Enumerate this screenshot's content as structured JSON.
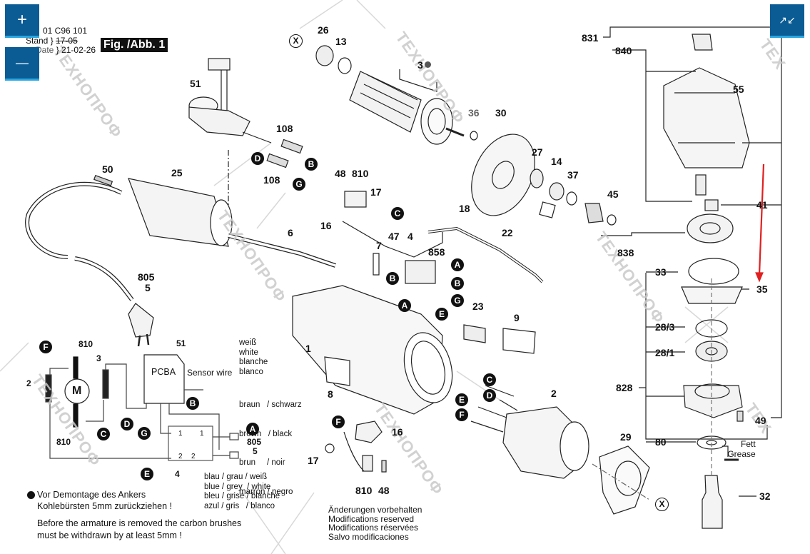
{
  "viewer": {
    "zoom_in_label": "+",
    "zoom_out_label": "—",
    "fit_label": "↗↙"
  },
  "header": {
    "part_number": "01 C96 101",
    "stand_label": "Stand",
    "stand_old": "17-05",
    "date_label": "Date",
    "date_new": "21-02-26",
    "figure_label": "Fig. /Abb. 1"
  },
  "parts": {
    "p26": "26",
    "p13": "13",
    "p3": "3",
    "p51": "51",
    "p108a": "108",
    "p108b": "108",
    "p36": "36",
    "p30": "30",
    "p27": "27",
    "p14": "14",
    "p37": "37",
    "p45": "45",
    "p831": "831",
    "p840": "840",
    "p55": "55",
    "p41": "41",
    "p838": "838",
    "p50": "50",
    "p25": "25",
    "p48a": "48",
    "p810a": "810",
    "p17a": "17",
    "p16a": "16",
    "p18": "18",
    "p22": "22",
    "p6": "6",
    "p47": "47",
    "p4": "4",
    "p7": "7",
    "p858": "858",
    "p805": "805",
    "p5": "5",
    "p23": "23",
    "p9": "9",
    "p1": "1",
    "p8": "8",
    "p33": "33",
    "p35": "35",
    "p28_3": "28/3",
    "p28_1": "28/1",
    "p828": "828",
    "p49": "49",
    "p80": "80",
    "p32": "32",
    "p29": "29",
    "p2": "2",
    "p16b": "16",
    "p17b": "17",
    "p810b": "810",
    "p48b": "48"
  },
  "connectors": {
    "A": "A",
    "B": "B",
    "C": "C",
    "D": "D",
    "E": "E",
    "F": "F",
    "G": "G",
    "X": "X"
  },
  "schematic": {
    "motor": "M",
    "pcba": "PCBA",
    "sensor_wire": "Sensor wire",
    "l810_top": "810",
    "l810_bot": "810",
    "l3": "3",
    "l2": "2",
    "l51": "51",
    "l4": "4",
    "l805": "805",
    "l5": "5",
    "switch_1a": "1",
    "switch_1b": "1",
    "switch_2a": "2",
    "switch_2b": "2",
    "white_colors": [
      "weiß",
      "white",
      "blanche",
      "blanco"
    ],
    "brown_black": [
      "braun   / schwarz",
      "brown   / black",
      "brun     / noir",
      "marron / negro"
    ],
    "blue_grey_white": [
      "blau / grau / weiß",
      "blue / grey  / white",
      "bleu / grise / blanche",
      "azul / gris   / blanco"
    ]
  },
  "notes": {
    "de_line1": "Vor Demontage des Ankers",
    "de_line2": "Kohlebürsten 5mm zurückziehen !",
    "en_line1": "Before the armature is removed the carbon brushes",
    "en_line2": "must be withdrawn by at least 5mm !",
    "modifications": [
      "Änderungen vorbehalten",
      "Modifications reserved",
      "Modifications réservées",
      "Salvo modificaciones"
    ],
    "grease": [
      "Fett",
      "Grease"
    ]
  },
  "annotation_color": "#e02020"
}
